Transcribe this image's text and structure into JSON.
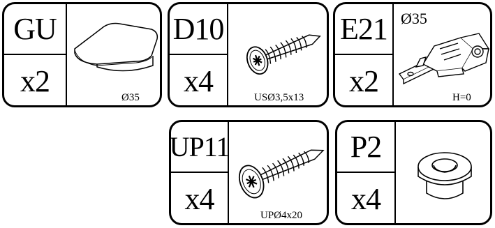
{
  "parts": [
    {
      "code": "GU",
      "qty": "x2",
      "note": "Ø35",
      "icon": "cam-disc-icon"
    },
    {
      "code": "D10",
      "qty": "x4",
      "note": "USØ3,5x13",
      "icon": "screw-icon"
    },
    {
      "code": "E21",
      "qty": "x2",
      "note": "H=0",
      "dim": "Ø35",
      "icon": "hinge-icon"
    },
    {
      "code": "UP11",
      "qty": "x4",
      "note": "UPØ4x20",
      "icon": "long-screw-icon"
    },
    {
      "code": "P2",
      "qty": "x4",
      "note": "",
      "icon": "plug-icon"
    }
  ]
}
